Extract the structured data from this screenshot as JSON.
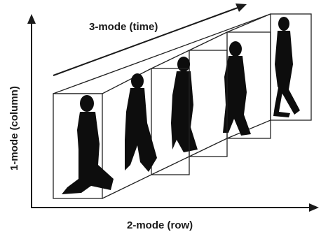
{
  "labels": {
    "mode1": "1-mode (column)",
    "mode2": "2-mode (row)",
    "mode3": "3-mode (time)"
  },
  "frames": [
    {
      "id": 1,
      "silhouette": "walking-person-frame-1"
    },
    {
      "id": 2,
      "silhouette": "walking-person-frame-2"
    },
    {
      "id": 3,
      "silhouette": "walking-person-frame-3"
    },
    {
      "id": 4,
      "silhouette": "walking-person-frame-4"
    },
    {
      "id": 5,
      "silhouette": "walking-person-frame-5"
    }
  ],
  "colors": {
    "ink": "#1a1a1a",
    "silhouette": "#0d0d0d",
    "background": "#ffffff"
  }
}
